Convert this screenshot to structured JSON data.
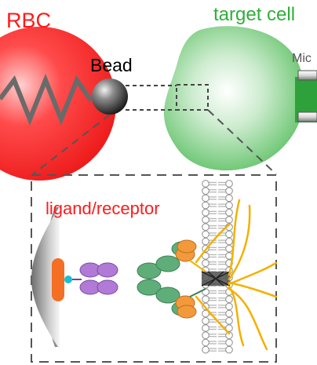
{
  "labels": {
    "rbc": "RBC",
    "target_cell": "target cell",
    "bead": "Bead",
    "micropipette_partial": "Mic",
    "inset_title": "ligand/receptor"
  },
  "colors": {
    "rbc_label": "#ff1a1a",
    "target_label": "#2fae3a",
    "inset_title": "#ff1a1a",
    "rbc_fill": "#ff2a2a",
    "target_fill": "#41b84a",
    "spring": "#666666",
    "membrane_head": "#ffffff",
    "tail": "#b7b7b7",
    "receptor_green": "#5fae7a",
    "receptor_orange": "#f29a3b",
    "ligand_purple": "#b17ad6",
    "anchor_orange": "#f46e23",
    "anchor_cyan": "#19bfd2",
    "filament": "#f4b000"
  },
  "icons": {
    "bead": "sphere-bead-icon",
    "glass_surface": "glass-surface-icon",
    "micropipette": "micropipette-icon"
  }
}
